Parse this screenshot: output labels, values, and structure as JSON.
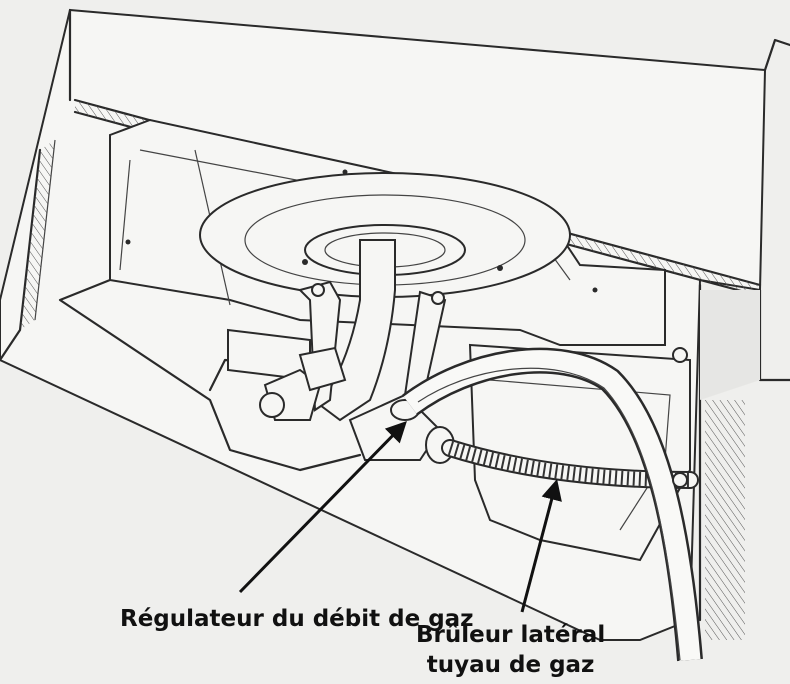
{
  "labels": {
    "regulator": "Régulateur du débit de gaz",
    "burner_line1": "Brûleur latéral",
    "burner_line2": "tuyau de gaz"
  },
  "colors": {
    "background": "#efefed",
    "ink": "#2a2a2a",
    "label": "#111111"
  }
}
